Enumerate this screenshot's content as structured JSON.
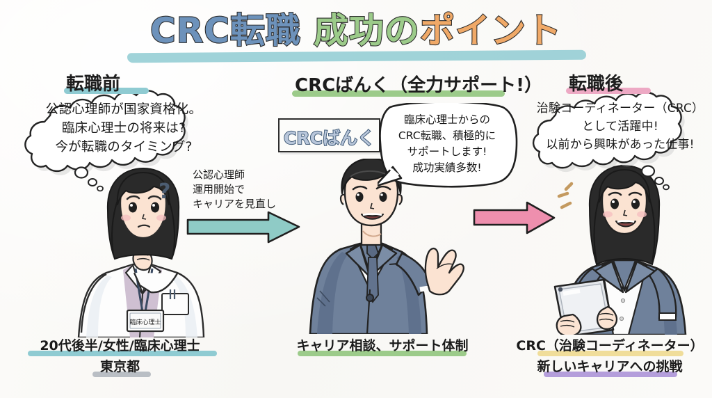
{
  "title": {
    "part1": "CRC転職",
    "part2": "成功の",
    "part3": "ポイント",
    "underline_color": "#8fcbd2",
    "part1_color": "#6d92bb",
    "part2_color": "#9ccb8a",
    "part3_color": "#f0a968"
  },
  "columns": {
    "before": {
      "header": "転職前",
      "header_underline_color": "#8fcbd2",
      "thought_lines": [
        "公認心理師が国家資格化。",
        "臨床心理士の将来は?",
        "今が転職のタイミング?"
      ],
      "badge_label": "臨床心理士",
      "question_mark": "?",
      "caption_line1": "20代後半/女性/臨床心理士",
      "caption_line1_underline_color": "#8fcbd2",
      "caption_line2": "東京都",
      "caption_line2_underline_color": "#b9bec4"
    },
    "middle": {
      "header": "CRCばんく（全力サポート!）",
      "header_underline_color": "#9ccb8a",
      "logo_text": "CRCばんく",
      "speech_lines": [
        "臨床心理士からの",
        "CRC転職、積極的に",
        "サポートします!",
        "成功実績多数!"
      ],
      "caption_line1": "キャリア相談、サポート体制",
      "caption_line1_underline_color": "#9ccb8a"
    },
    "after": {
      "header": "転職後",
      "header_underline_color": "#eda9c4",
      "thought_lines": [
        "治験コーディネーター（CRC）",
        "として活躍中!",
        "以前から興味があった仕事!"
      ],
      "caption_line1": "CRC（治験コーディネーター）",
      "caption_line1_underline_color": "#f0dd9a",
      "caption_line2": "新しいキャリアへの挑戦",
      "caption_line2_underline_color": "#b49edb"
    }
  },
  "arrows": {
    "left": {
      "label_lines": [
        "公認心理師",
        "運用開始で",
        "キャリアを見直し"
      ],
      "color": "#8fcbc6"
    },
    "right": {
      "label_lines": [],
      "color": "#ee8fae"
    }
  }
}
